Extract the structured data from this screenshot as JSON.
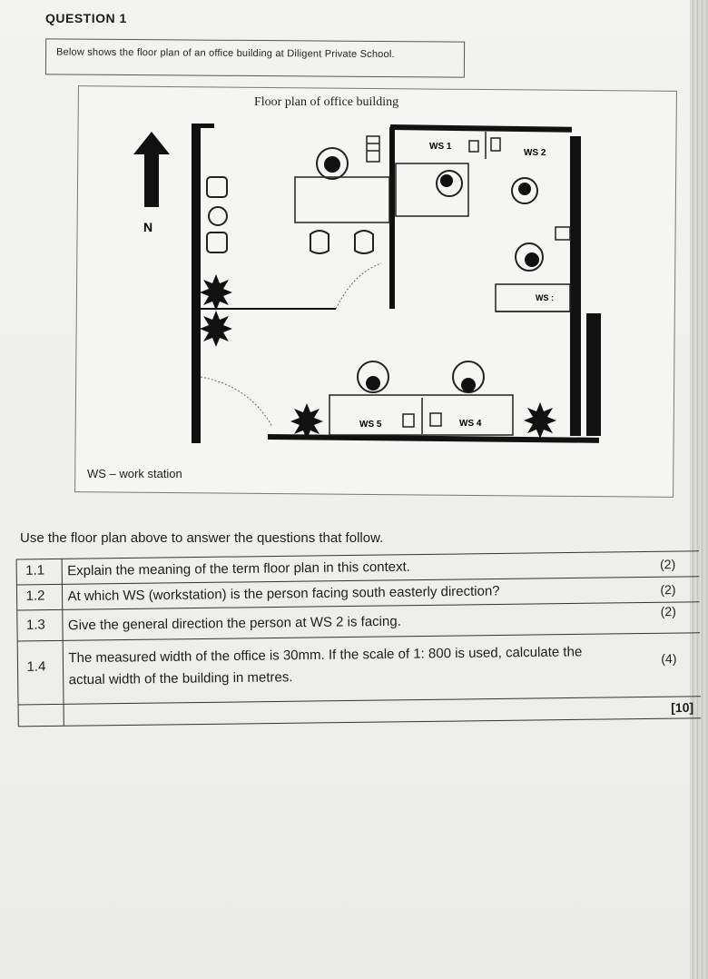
{
  "question_heading": "QUESTION 1",
  "intro": "Below shows the floor plan of an office building at Diligent Private School.",
  "plan": {
    "title": "Floor plan of office building",
    "north_label": "N",
    "workstations": [
      "WS 1",
      "WS 2",
      "WS :",
      "WS 5",
      "WS 4"
    ],
    "legend": "WS – work station"
  },
  "instruction": "Use the floor plan above to answer the questions that follow.",
  "questions": [
    {
      "num": "1.1",
      "text": "Explain the meaning of the term floor plan in this context.",
      "mark": "(2)"
    },
    {
      "num": "1.2",
      "text": "At which WS (workstation) is the person facing south easterly direction?",
      "mark": "(2)"
    },
    {
      "num": "1.3",
      "text": "Give the general direction the person at WS 2 is facing.",
      "mark": "(2)"
    },
    {
      "num": "1.4",
      "text": "The measured width of the office is 30mm. If the scale of 1: 800 is used, calculate the actual width of the building in metres.",
      "mark": "(4)"
    }
  ],
  "total": "[10]"
}
